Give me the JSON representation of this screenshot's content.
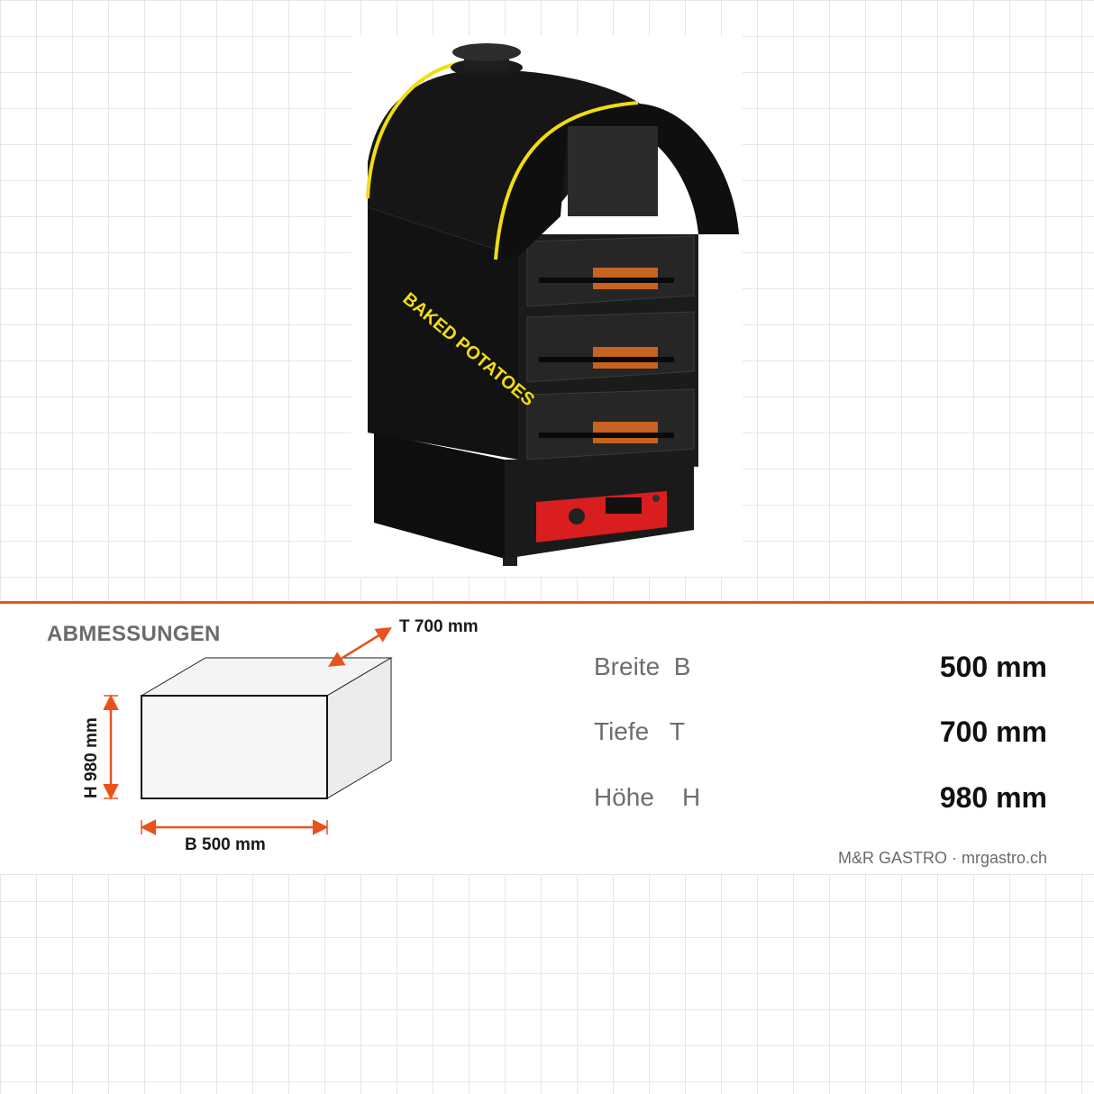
{
  "product": {
    "image_alt": "Kartoffelbackofen",
    "body_lettering": "BAKED POTATOES",
    "colors": {
      "body": "#141414",
      "stripe": "#f2dd10",
      "handles": "#c7621f",
      "panel": "#d81e1e"
    }
  },
  "dimensions_section": {
    "title": "ABMESSUNGEN",
    "label_depth": "T  700 mm",
    "label_height": "H  980 mm",
    "label_width": "B  500 mm",
    "accent_color": "#e8531c"
  },
  "specs": [
    {
      "name": "Breite  B",
      "value": "500 mm"
    },
    {
      "name": "Tiefe   T",
      "value": "700 mm"
    },
    {
      "name": "Höhe    H",
      "value": "980 mm"
    }
  ],
  "footer": {
    "brand": "M&R GASTRO · mrgastro.ch"
  }
}
